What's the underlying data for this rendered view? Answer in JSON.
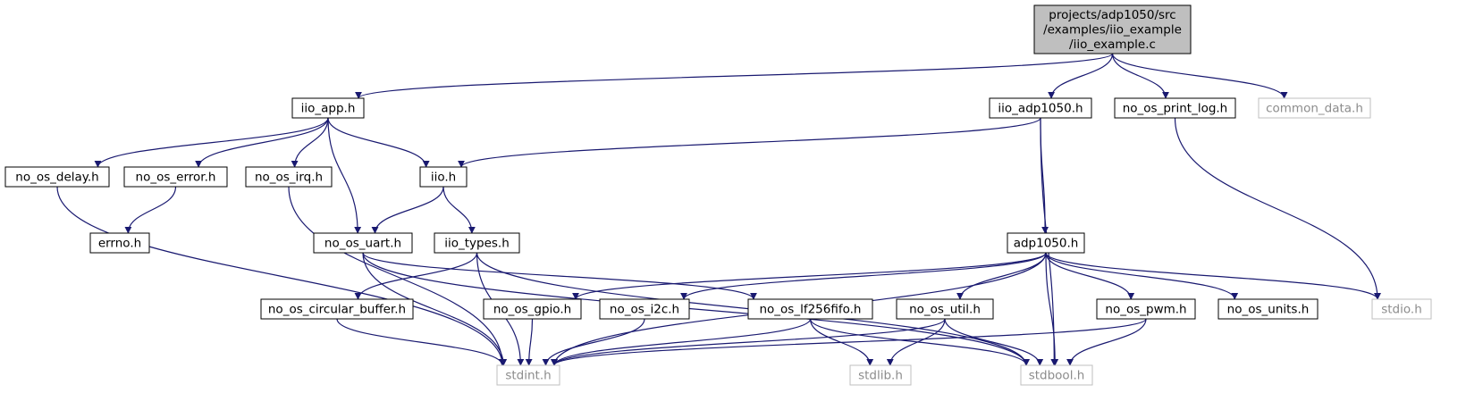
{
  "diagram": {
    "colors": {
      "edge": "#191970",
      "root_fill": "#bfbfbf",
      "node_border": "#000000",
      "external_border": "#bfbfbf",
      "external_text": "#8c8c8c",
      "text": "#000000",
      "background": "#ffffff"
    },
    "nodes": [
      {
        "id": "root",
        "lines": [
          "projects/adp1050/src",
          "/examples/iio_example",
          "/iio_example.c"
        ],
        "style": "root"
      },
      {
        "id": "iio_app",
        "lines": [
          "iio_app.h"
        ],
        "style": "normal"
      },
      {
        "id": "iio_adp1050",
        "lines": [
          "iio_adp1050.h"
        ],
        "style": "normal"
      },
      {
        "id": "no_os_print_log",
        "lines": [
          "no_os_print_log.h"
        ],
        "style": "normal"
      },
      {
        "id": "common_data",
        "lines": [
          "common_data.h"
        ],
        "style": "external"
      },
      {
        "id": "no_os_delay",
        "lines": [
          "no_os_delay.h"
        ],
        "style": "normal"
      },
      {
        "id": "no_os_error",
        "lines": [
          "no_os_error.h"
        ],
        "style": "normal"
      },
      {
        "id": "no_os_irq",
        "lines": [
          "no_os_irq.h"
        ],
        "style": "normal"
      },
      {
        "id": "iio",
        "lines": [
          "iio.h"
        ],
        "style": "normal"
      },
      {
        "id": "errno",
        "lines": [
          "errno.h"
        ],
        "style": "normal"
      },
      {
        "id": "no_os_uart",
        "lines": [
          "no_os_uart.h"
        ],
        "style": "normal"
      },
      {
        "id": "iio_types",
        "lines": [
          "iio_types.h"
        ],
        "style": "normal"
      },
      {
        "id": "adp1050",
        "lines": [
          "adp1050.h"
        ],
        "style": "normal"
      },
      {
        "id": "no_os_circular_buffer",
        "lines": [
          "no_os_circular_buffer.h"
        ],
        "style": "normal"
      },
      {
        "id": "no_os_gpio",
        "lines": [
          "no_os_gpio.h"
        ],
        "style": "normal"
      },
      {
        "id": "no_os_i2c",
        "lines": [
          "no_os_i2c.h"
        ],
        "style": "normal"
      },
      {
        "id": "no_os_lf256fifo",
        "lines": [
          "no_os_lf256fifo.h"
        ],
        "style": "normal"
      },
      {
        "id": "no_os_util",
        "lines": [
          "no_os_util.h"
        ],
        "style": "normal"
      },
      {
        "id": "no_os_pwm",
        "lines": [
          "no_os_pwm.h"
        ],
        "style": "normal"
      },
      {
        "id": "no_os_units",
        "lines": [
          "no_os_units.h"
        ],
        "style": "normal"
      },
      {
        "id": "stdio",
        "lines": [
          "stdio.h"
        ],
        "style": "external"
      },
      {
        "id": "stdint",
        "lines": [
          "stdint.h"
        ],
        "style": "external"
      },
      {
        "id": "stdlib",
        "lines": [
          "stdlib.h"
        ],
        "style": "external"
      },
      {
        "id": "stdbool",
        "lines": [
          "stdbool.h"
        ],
        "style": "external"
      }
    ],
    "edges": [
      [
        "root",
        "iio_app"
      ],
      [
        "root",
        "iio_adp1050"
      ],
      [
        "root",
        "no_os_print_log"
      ],
      [
        "root",
        "common_data"
      ],
      [
        "iio_app",
        "no_os_delay"
      ],
      [
        "iio_app",
        "no_os_error"
      ],
      [
        "iio_app",
        "no_os_irq"
      ],
      [
        "iio_app",
        "iio"
      ],
      [
        "iio_app",
        "no_os_uart"
      ],
      [
        "iio_adp1050",
        "iio"
      ],
      [
        "iio_adp1050",
        "adp1050"
      ],
      [
        "iio_adp1050",
        "stdbool"
      ],
      [
        "no_os_print_log",
        "stdio"
      ],
      [
        "no_os_delay",
        "stdint"
      ],
      [
        "no_os_error",
        "errno"
      ],
      [
        "no_os_irq",
        "stdint"
      ],
      [
        "iio",
        "no_os_uart"
      ],
      [
        "iio",
        "iio_types"
      ],
      [
        "no_os_uart",
        "stdint"
      ],
      [
        "no_os_uart",
        "no_os_lf256fifo"
      ],
      [
        "no_os_uart",
        "stdbool"
      ],
      [
        "iio_types",
        "no_os_circular_buffer"
      ],
      [
        "iio_types",
        "stdint"
      ],
      [
        "iio_types",
        "stdbool"
      ],
      [
        "adp1050",
        "no_os_gpio"
      ],
      [
        "adp1050",
        "no_os_i2c"
      ],
      [
        "adp1050",
        "no_os_util"
      ],
      [
        "adp1050",
        "no_os_pwm"
      ],
      [
        "adp1050",
        "no_os_units"
      ],
      [
        "adp1050",
        "stdio"
      ],
      [
        "adp1050",
        "stdint"
      ],
      [
        "adp1050",
        "stdbool"
      ],
      [
        "no_os_circular_buffer",
        "stdint"
      ],
      [
        "no_os_gpio",
        "stdint"
      ],
      [
        "no_os_i2c",
        "stdint"
      ],
      [
        "no_os_lf256fifo",
        "stdint"
      ],
      [
        "no_os_lf256fifo",
        "stdlib"
      ],
      [
        "no_os_lf256fifo",
        "stdbool"
      ],
      [
        "no_os_util",
        "stdint"
      ],
      [
        "no_os_util",
        "stdlib"
      ],
      [
        "no_os_util",
        "stdbool"
      ],
      [
        "no_os_pwm",
        "stdint"
      ],
      [
        "no_os_pwm",
        "stdbool"
      ]
    ]
  }
}
